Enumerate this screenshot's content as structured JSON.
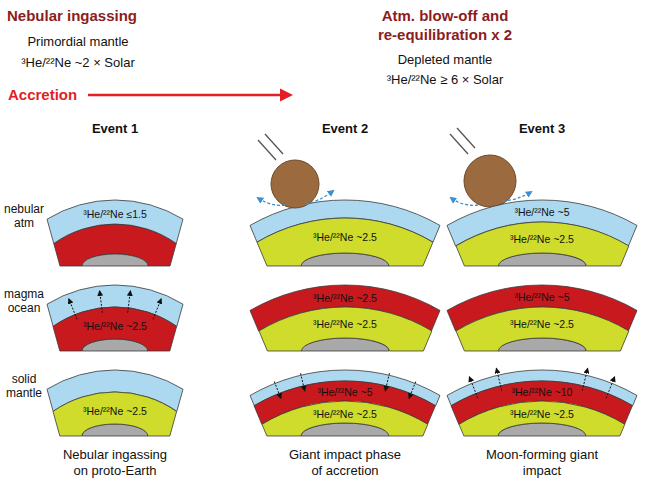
{
  "diagram": {
    "nodes": [
      {
        "text": [
          "³He/²²Ne ≤1.5"
        ]
      },
      {
        "text": [
          "³He/²²Ne ~2.5"
        ]
      },
      {
        "text": [
          "³He/²²Ne ~5"
        ]
      },
      {
        "text": [
          "³He/²²Ne ~2.5"
        ]
      },
      {
        "text": [
          "³He/²²Ne ~2.5"
        ]
      },
      {
        "text": [
          "³He/²²Ne ~2.5"
        ]
      },
      {
        "text": [
          "³He/²²Ne ~2.5"
        ]
      },
      {
        "text": [
          "³He/²²Ne ~5"
        ]
      },
      {
        "text": [
          "³He/²²Ne ~2.5"
        ]
      },
      {
        "text": [
          "³He/²²Ne ~2.5"
        ]
      },
      {
        "text": [
          "³He/²²Ne ~5"
        ]
      },
      {
        "text": [
          "³He/²²Ne ~2.5"
        ]
      },
      {
        "text": [
          "³He/²²Ne ~10"
        ]
      },
      {
        "text": [
          "³He/²²Ne ~2.5"
        ]
      }
    ],
    "labels": [
      "Nebular ingassing",
      "Atm. blow-off and re-equilibration x 2",
      "Primordial mantle",
      "³He/²²Ne ~2 × Solar",
      "Depleted mantle",
      "³He/²²Ne ≥ 6 × Solar",
      "Accretion",
      "Event 1",
      "Event 2",
      "Event 3",
      "nebular atm",
      "magma ocean",
      "solid mantle",
      "Nebular ingassing on proto-Earth",
      "Giant impact phase of accretion",
      "Moon-forming giant impact"
    ]
  }
}
